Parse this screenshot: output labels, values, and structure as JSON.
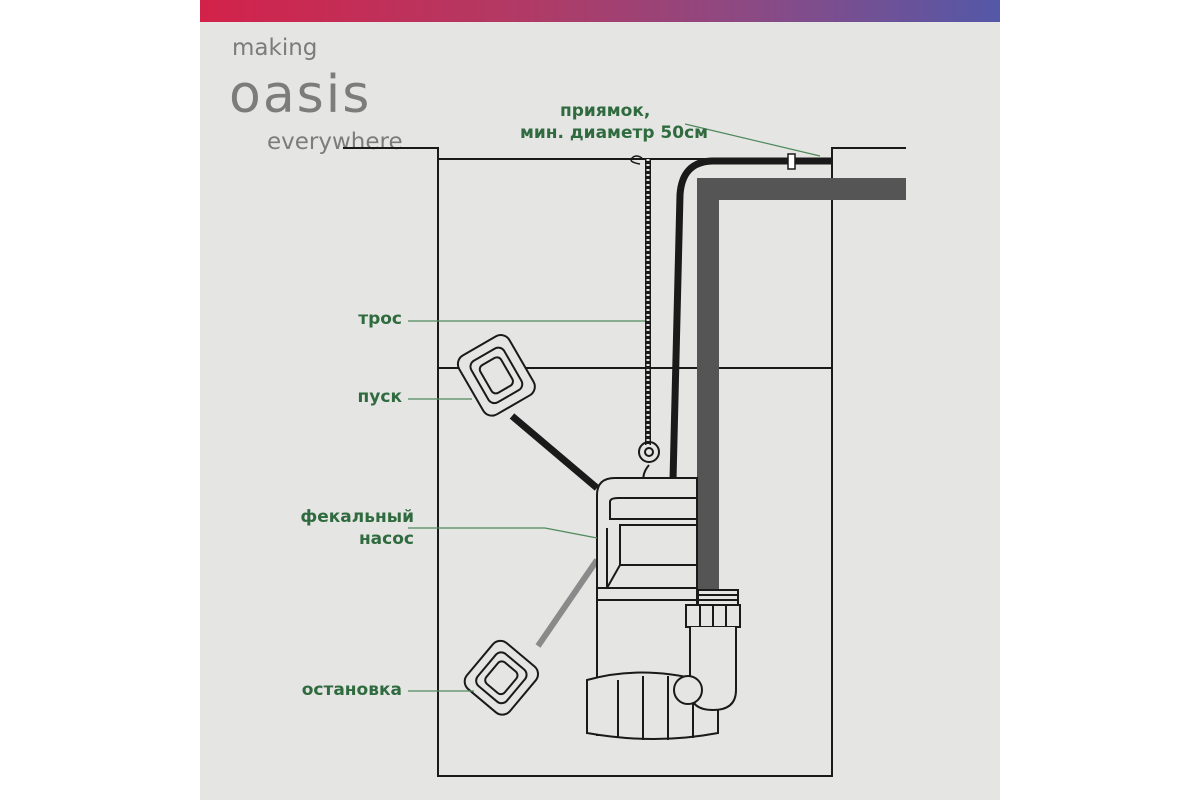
{
  "logo": {
    "top": "making",
    "main": "oasis",
    "bottom": "everywhere"
  },
  "labels": {
    "pit_line1": "приямок,",
    "pit_line2": "мин. диаметр 50см",
    "rope": "трос",
    "start": "пуск",
    "pump_line1": "фекальный",
    "pump_line2": "насос",
    "stop": "остановка"
  },
  "colors": {
    "label": "#2f6b3e",
    "pipe": "#555555",
    "gradient_start": "#d3224a",
    "gradient_end": "#5458a8"
  }
}
